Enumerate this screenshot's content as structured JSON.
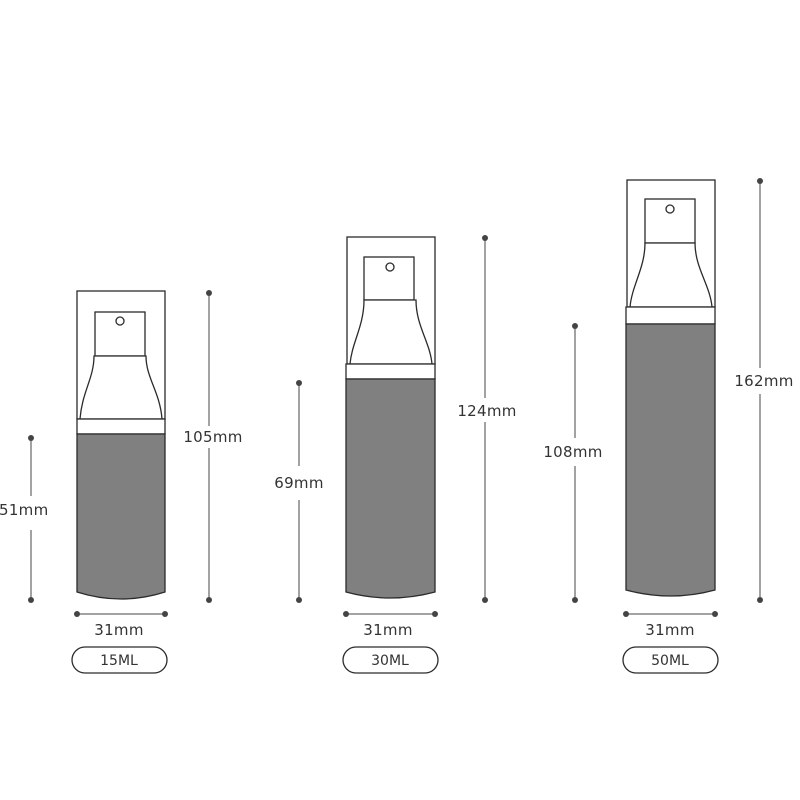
{
  "palette": {
    "background": "#ffffff",
    "outline": "#2b2b2b",
    "body_fill": "#808080",
    "dimension_line": "#444444",
    "text": "#333333"
  },
  "bottles": [
    {
      "capacity_label": "15ML",
      "width_label": "31mm",
      "body_height_label": "51mm",
      "total_height_label": "105mm"
    },
    {
      "capacity_label": "30ML",
      "width_label": "31mm",
      "body_height_label": "69mm",
      "total_height_label": "124mm"
    },
    {
      "capacity_label": "50ML",
      "width_label": "31mm",
      "body_height_label": "108mm",
      "total_height_label": "162mm"
    }
  ]
}
